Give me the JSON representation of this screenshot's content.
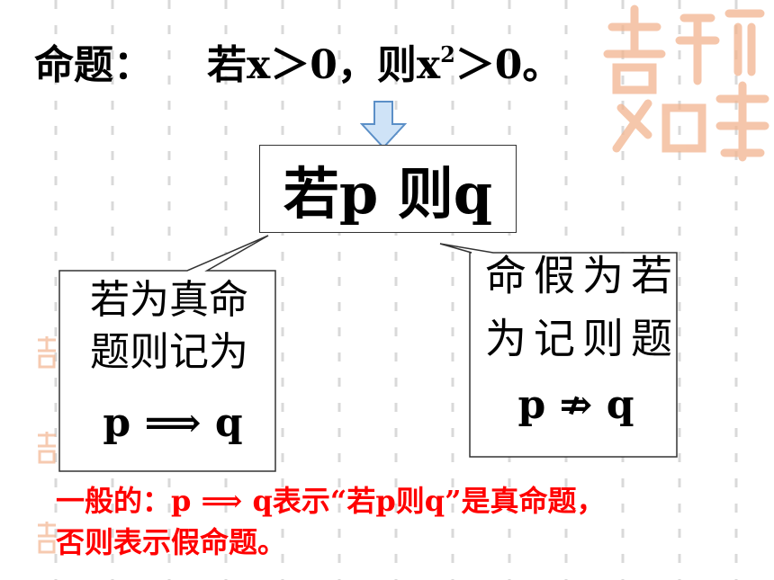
{
  "decor": {
    "seal_large": "吉祥如意 seal watermark",
    "seal_small": "吉祥 seal watermark"
  },
  "title": {
    "label": "命题：",
    "statement_pre": "若x＞0，则x",
    "statement_sup": "2",
    "statement_post": "＞0。"
  },
  "main_box": {
    "text": "若p 则q"
  },
  "left_callout": {
    "line1": "若为真命",
    "line2": "题则记为",
    "formula": "p ⟹ q"
  },
  "right_callout": {
    "col1": "若为假命",
    "col2": "题则记为",
    "formula": "p ⇏ q"
  },
  "note": {
    "line1": "一般的：p ⟹ q表示“若p则q”是真命题，",
    "line2": "否则表示假命题。"
  },
  "colors": {
    "note": "#ff0000",
    "arrow_fill": "#cfe3f7",
    "arrow_stroke": "#5b8fc7",
    "seal": "#f2b48f"
  }
}
